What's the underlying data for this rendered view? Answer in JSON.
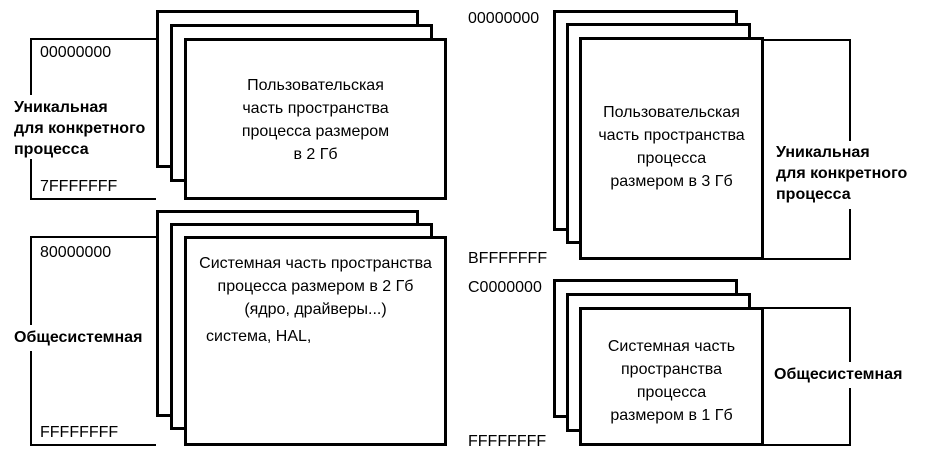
{
  "left_panel": {
    "user_part": {
      "addr_start": "00000000",
      "addr_end": "7FFFFFFF",
      "text": [
        "Пользовательская",
        "часть пространства",
        "процесса размером",
        "в 2 Гб"
      ],
      "bracket_label": [
        "Уникальная",
        "для конкретного",
        "процесса"
      ]
    },
    "system_part": {
      "addr_start": "80000000",
      "addr_end": "FFFFFFFF",
      "text": [
        "Системная часть пространства",
        "процесса размером в 2 Гб",
        "(ядро, драйверы...)"
      ],
      "text_extra": "система, HAL,",
      "bracket_label": [
        "Общесистемная"
      ]
    }
  },
  "right_panel": {
    "user_part": {
      "addr_start": "00000000",
      "addr_end": "BFFFFFFF",
      "text": [
        "Пользовательская",
        "часть пространства",
        "процесса",
        "размером в 3 Гб"
      ],
      "bracket_label": [
        "Уникальная",
        "для конкретного",
        "процесса"
      ]
    },
    "system_part": {
      "addr_start": "C0000000",
      "addr_end": "FFFFFFFF",
      "text": [
        "Системная часть",
        "пространства",
        "процесса",
        "размером в 1 Гб"
      ],
      "bracket_label": [
        "Общесистемная"
      ]
    }
  }
}
